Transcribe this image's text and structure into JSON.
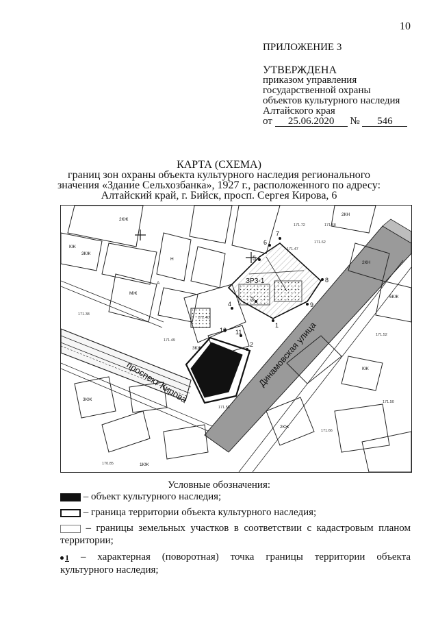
{
  "page_number": "10",
  "header": {
    "annex": "ПРИЛОЖЕНИЕ 3",
    "approved": "УТВЕРЖДЕНА",
    "lines": [
      "приказом управления",
      "государственной охраны",
      "объектов культурного наследия",
      "Алтайского края"
    ],
    "date_prefix": "от",
    "date": "25.06.2020",
    "number_sign": "№",
    "number": "546"
  },
  "title": {
    "heading": "КАРТА (СХЕМА)",
    "lines": [
      "границ зон охраны объекта культурного наследия регионального",
      "значения «Здание Сельхозбанка», 1927 г., расположенного по адресу:",
      "Алтайский край, г. Бийск, просп. Сергея Кирова, 6"
    ]
  },
  "map": {
    "street_labels": {
      "kirova": "проспект Кирова",
      "dinamovskaya": "Динамовская улица"
    },
    "zone_label": "ЗРЗ-1",
    "boundary_points": [
      "1",
      "2",
      "3",
      "4",
      "5",
      "6",
      "7",
      "8",
      "9",
      "10",
      "11"
    ],
    "small_labels": [
      "2КЖ",
      "3КЖ",
      "КЖ",
      "Н",
      "А",
      "МЖ",
      "2КН",
      "2КН",
      "3КЖ",
      "3КЖ",
      "КЖ",
      "2КЖ",
      "6КЖ",
      "1КЖ"
    ],
    "elevations": [
      "171.72",
      "171.68",
      "171.62",
      "171.47",
      "172.40",
      "171.49",
      "171.55",
      "171.66",
      "171.52",
      "171.38",
      "170.85",
      "171.50"
    ]
  },
  "legend": {
    "title": "Условные обозначения:",
    "items": [
      {
        "text": "– объект культурного наследия;"
      },
      {
        "text": "– граница территории объекта культурного наследия;"
      },
      {
        "text_a": "– границы земельных участков в соответствии с кадастровым планом",
        "text_b": "территории;"
      },
      {
        "point_label": "1",
        "text_a": "– характерная (поворотная) точка границы территории объекта",
        "text_b": "культурного наследия;"
      }
    ]
  }
}
